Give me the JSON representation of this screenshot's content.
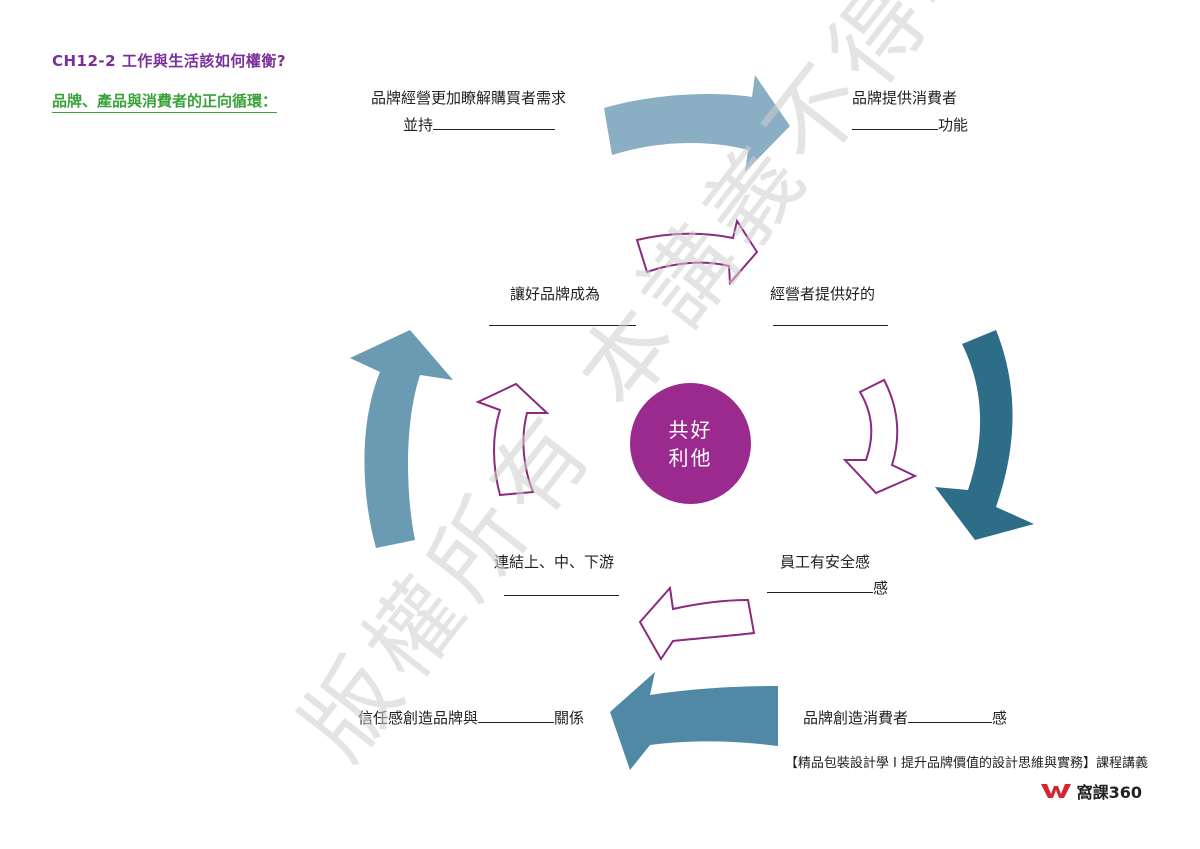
{
  "header": {
    "chapter": "CH12-2  工作與生活該如何權衡?",
    "subtitle": "品牌、產品與消費者的正向循環："
  },
  "center": {
    "line1": "共好",
    "line2": "利他"
  },
  "outer_labels": {
    "top_left_1": "品牌經營更加瞭解購買者需求",
    "top_left_2": "並持",
    "top_right_1": "品牌提供消費者",
    "top_right_2": "功能",
    "bottom_right": "品牌創造消費者",
    "bottom_right_suffix": "感",
    "bottom_left": "信任感創造品牌與",
    "bottom_left_suffix": "關係"
  },
  "inner_labels": {
    "upper_left": "讓好品牌成為",
    "upper_right": "經營者提供好的",
    "lower_right_1": "員工有安全感",
    "lower_right_suffix": "感",
    "lower_left": "連結上、中、下游"
  },
  "footer": {
    "course": "【精品包裝設計學 I 提升品牌價值的設計思維與實務】課程講義",
    "brand": "窩課360"
  },
  "watermark": "版權所有  本講義不得轉載",
  "colors": {
    "chapter": "#7a2f9b",
    "subtitle": "#3aa23a",
    "center": "#9b2a8f",
    "arrow_light": "#8aaec3",
    "arrow_mid": "#6a9bb3",
    "arrow_dark": "#2e6d88",
    "inner_outline": "#8b2a7f",
    "logo_red": "#d6262c"
  }
}
